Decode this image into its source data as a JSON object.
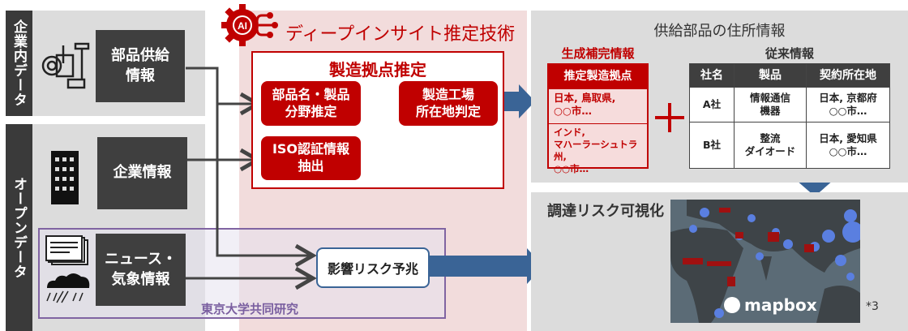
{
  "internal": {
    "label": "企業内データ",
    "box": "部品供給\n情報"
  },
  "open": {
    "label": "オープンデータ",
    "company": "企業情報",
    "news": "ニュース・\n気象情報"
  },
  "collab_label": "東京大学共同研究",
  "ai": {
    "icon_text": "AI",
    "title": "ディープインサイト推定技術",
    "group_title": "製造拠点推定",
    "box1": "部品名・製品\n分野推定",
    "box2": "ISO認証情報\n抽出",
    "box3": "製造工場\n所在地判定"
  },
  "risk_box": "影響リスク予兆",
  "address": {
    "title": "供給部品の住所情報",
    "generated": {
      "title": "生成補完情報",
      "header": "推定製造拠点",
      "rows": [
        "日本, 鳥取県,\n○○市…",
        "インド,\nマハーラーシュトラ州,\n○○市…"
      ]
    },
    "conventional": {
      "title": "従来情報",
      "headers": [
        "社名",
        "製品",
        "契約所在地"
      ],
      "rows": [
        [
          "A社",
          "情報通信\n機器",
          "日本, 京都府\n○○市…"
        ],
        [
          "B社",
          "整流\nダイオード",
          "日本, 愛知県\n○○市…"
        ]
      ]
    }
  },
  "viz": {
    "title": "調達リスク可視化",
    "map_logo": "mapbox",
    "footnote": "*3"
  },
  "colors": {
    "red": "#c00000",
    "blue": "#3a6496",
    "purple": "#8064a2",
    "pink": "#f2dcdc"
  }
}
